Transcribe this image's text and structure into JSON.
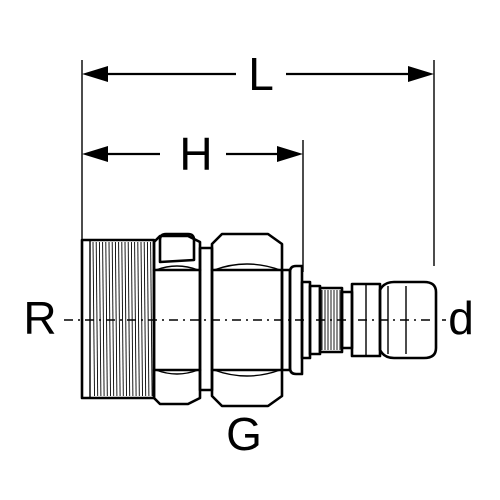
{
  "dimensions": {
    "length_label": "L",
    "height_label": "H"
  },
  "labels": {
    "thread_label": "R",
    "pipe_diameter_label": "d",
    "nut_label": "G"
  }
}
